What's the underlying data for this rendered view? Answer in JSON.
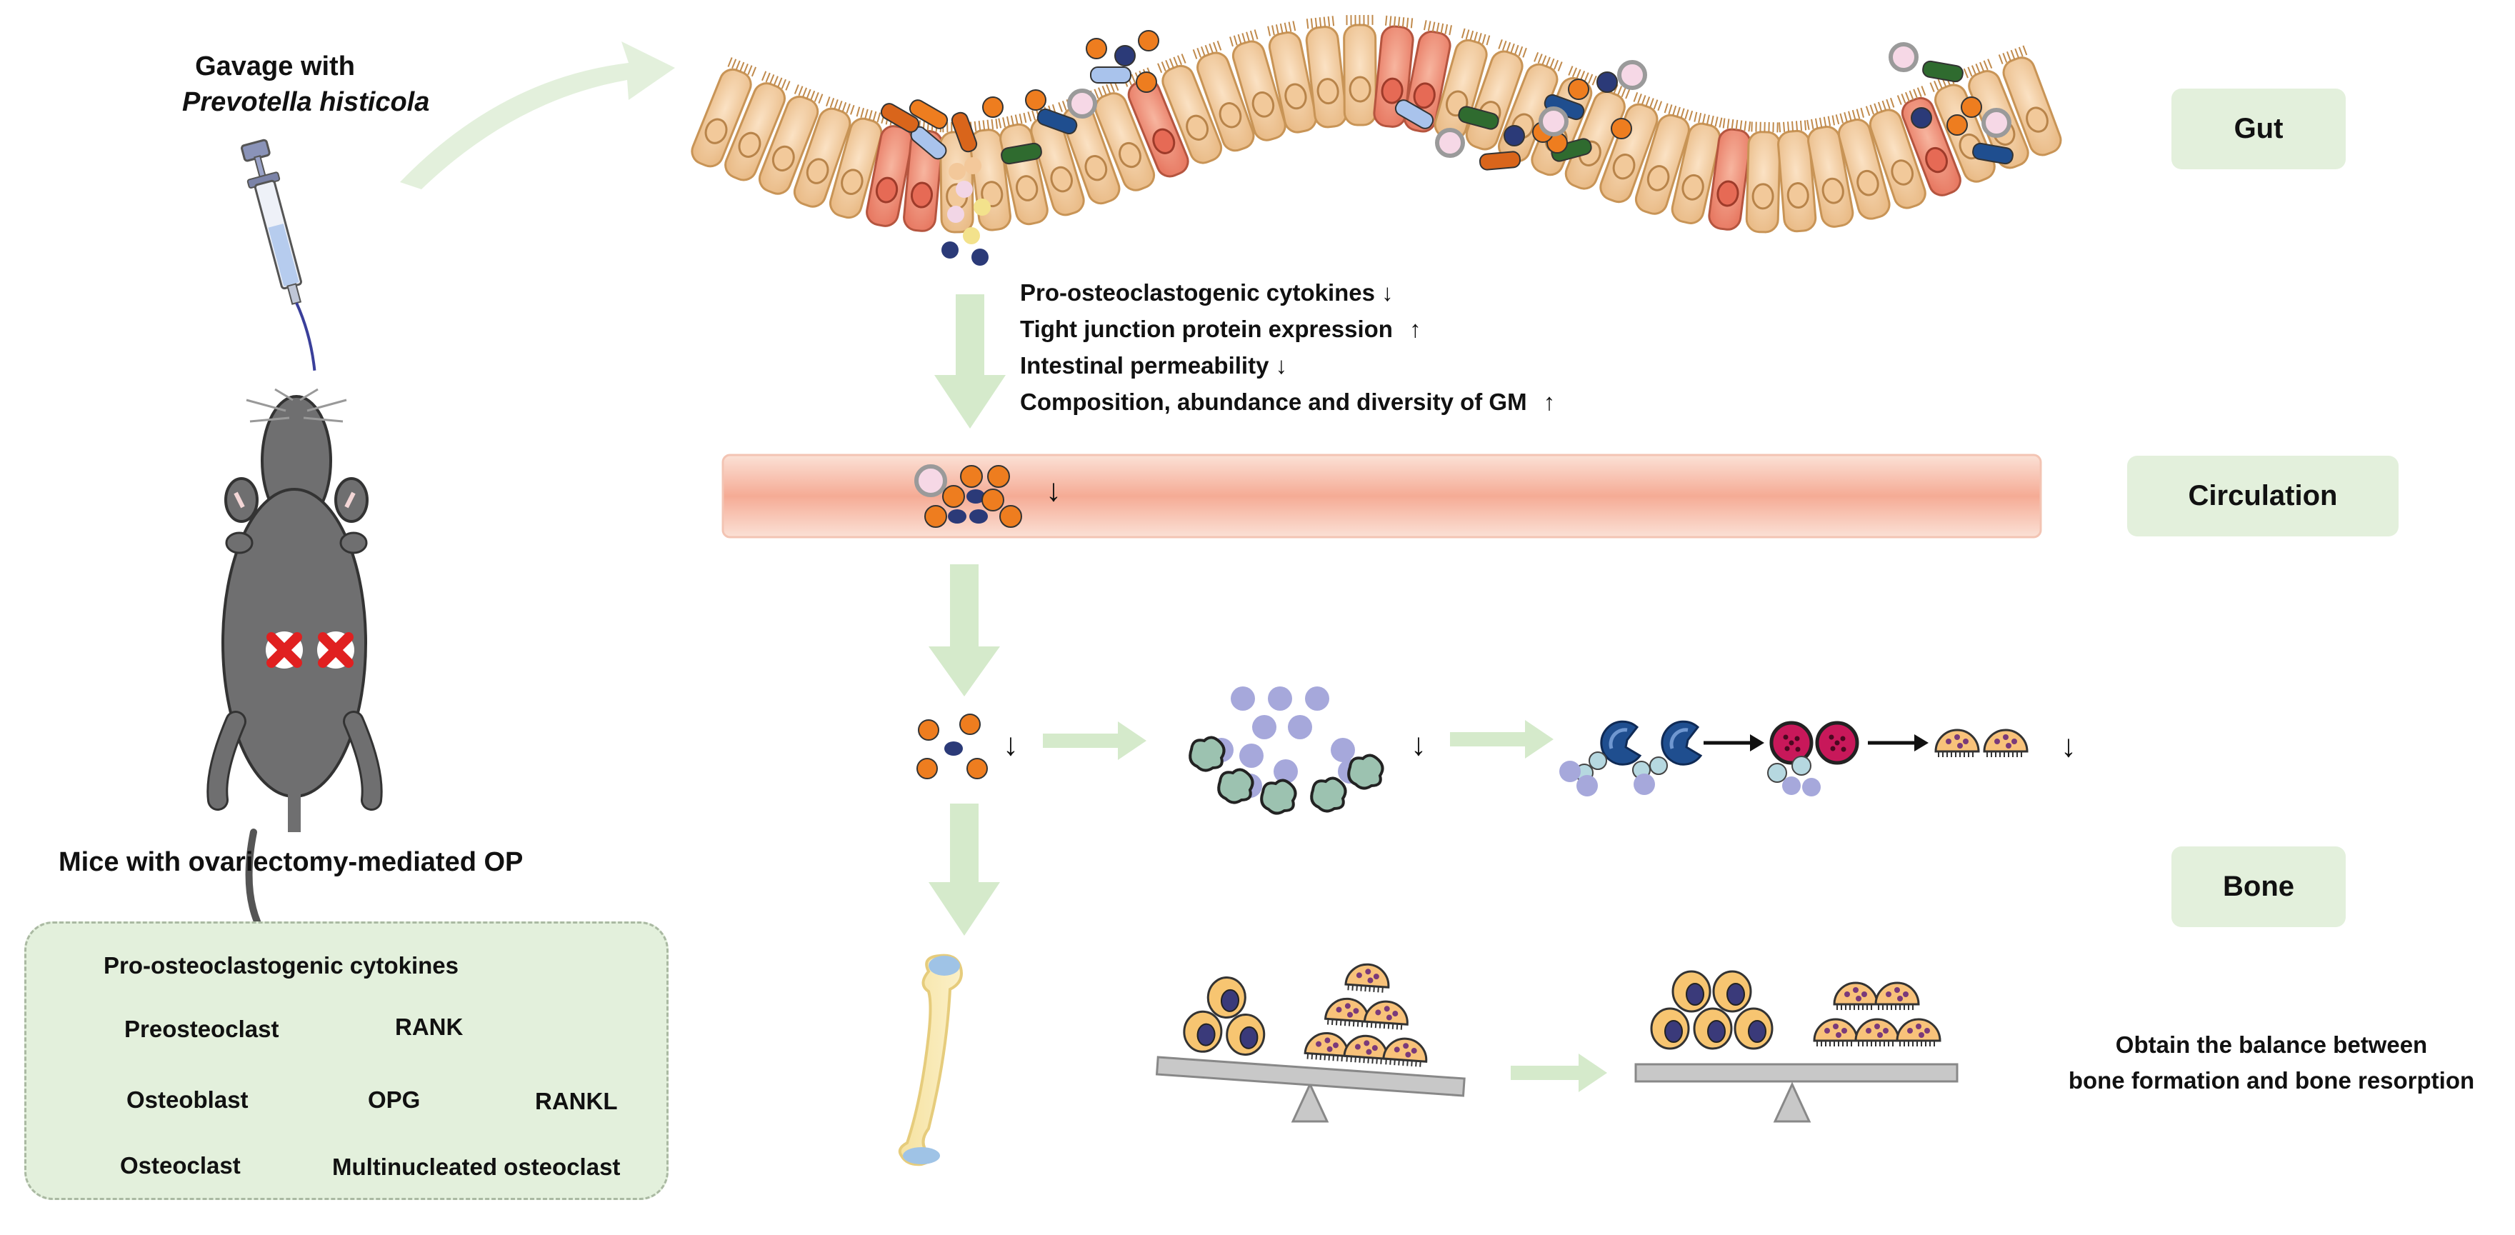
{
  "gavage": {
    "line1": "Gavage with",
    "line2": "Prevotella histicola"
  },
  "mouse_label": "Mice with ovariectomy-mediated OP",
  "sections": {
    "gut": "Gut",
    "circulation": "Circulation",
    "bone": "Bone"
  },
  "effects": [
    {
      "text": "Pro-osteoclastogenic cytokines",
      "arrow": "↓"
    },
    {
      "text": "Tight junction protein expression",
      "arrow": "↑"
    },
    {
      "text": "Intestinal permeability",
      "arrow": "↓"
    },
    {
      "text": "Composition, abundance and diversity of GM",
      "arrow": "↑"
    }
  ],
  "down_arrow": "↓",
  "balance": {
    "line1": "Obtain the balance between",
    "line2": "bone formation and bone resorption"
  },
  "legend": {
    "cytokines": "Pro-osteoclastogenic cytokines",
    "preosteoclast": "Preosteoclast",
    "rank": "RANK",
    "osteoblast": "Osteoblast",
    "opg": "OPG",
    "rankl": "RANKL",
    "osteoclast": "Osteoclast",
    "multinucleated": "Multinucleated osteoclast"
  },
  "colors": {
    "section_bg": "#e3f0dc",
    "flow_arrow": "#d5eacb",
    "circulation": "#f6b9a4",
    "cytokine_orange": "#ee7d1f",
    "cytokine_navy": "#2b3a78",
    "preosteoclast": "#1f4e8f",
    "rank": "#b6d8e0",
    "rankl": "#a6a8db",
    "opg": "#9cc2b0",
    "osteoblast": "#f7c571",
    "osteoclast": "#f8c27a",
    "multinucleated": "#c8185a"
  }
}
